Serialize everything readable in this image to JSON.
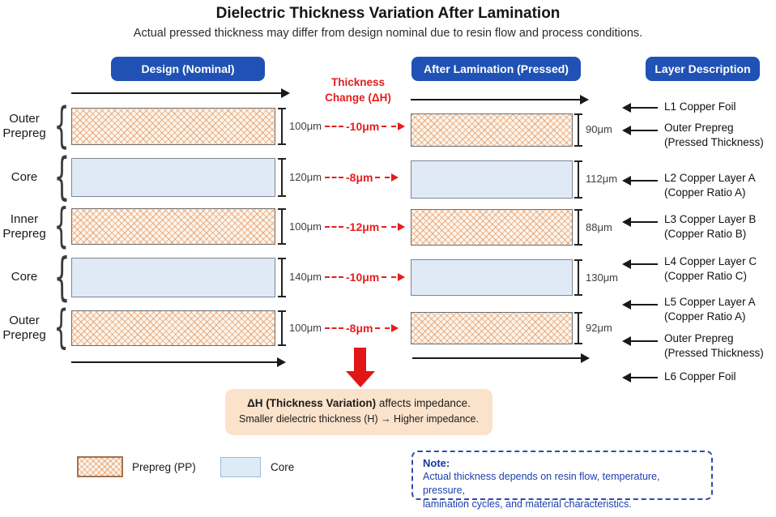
{
  "title": "Dielectric Thickness Variation After Lamination",
  "subtitle": "Actual pressed thickness may differ from design nominal due to resin flow and process conditions.",
  "headers": {
    "design": "Design (Nominal)",
    "pressed": "After Lamination (Pressed)",
    "layers": "Layer Description"
  },
  "thickness_change": {
    "line1": "Thickness",
    "line2": "Change (ΔH)"
  },
  "rows": [
    {
      "type": "prepreg",
      "label_lines": [
        "Outer",
        "Prepreg"
      ],
      "design": "100μm",
      "delta": "-10μm",
      "pressed": "90μm"
    },
    {
      "type": "core",
      "label_lines": [
        "Core"
      ],
      "design": "120μm",
      "delta": "-8μm",
      "pressed": "112μm"
    },
    {
      "type": "prepreg",
      "label_lines": [
        "Inner",
        "Prepreg"
      ],
      "design": "100μm",
      "delta": "-12μm",
      "pressed": "88μm"
    },
    {
      "type": "core",
      "label_lines": [
        "Core"
      ],
      "design": "140μm",
      "delta": "-10μm",
      "pressed": "130μm"
    },
    {
      "type": "prepreg",
      "label_lines": [
        "Outer",
        "Prepreg"
      ],
      "design": "100μm",
      "delta": "-8μm",
      "pressed": "92μm"
    }
  ],
  "layer_descriptions": [
    {
      "lines": [
        "L1 Copper Foil"
      ]
    },
    {
      "lines": [
        "Outer Prepreg",
        "(Pressed Thickness)"
      ]
    },
    {
      "lines": [
        "L2 Copper Layer A",
        "(Copper Ratio A)"
      ]
    },
    {
      "lines": [
        "L3 Copper Layer B",
        "(Copper Ratio B)"
      ]
    },
    {
      "lines": [
        "L4 Copper Layer C",
        "(Copper Ratio C)"
      ]
    },
    {
      "lines": [
        "L5 Copper Layer A",
        "(Copper Ratio A)"
      ]
    },
    {
      "lines": [
        "Outer Prepreg",
        "(Pressed Thickness)"
      ]
    },
    {
      "lines": [
        "L6 Copper Foil"
      ]
    }
  ],
  "callout": {
    "line1_bold": "ΔH (Thickness Variation)",
    "line1_rest": " affects impedance.",
    "line2": "Smaller dielectric thickness (H) → Higher impedance."
  },
  "legend": [
    {
      "type": "prepreg",
      "label": "Prepreg (PP)"
    },
    {
      "type": "core",
      "label": "Core"
    }
  ],
  "note": {
    "heading": "Note:",
    "lines": [
      "Actual thickness depends on resin flow, temperature, pressure,",
      "lamination cycles, and material characteristics."
    ]
  },
  "colors": {
    "header_button": "#1f52b4",
    "accent_red": "#e71d1d",
    "prepreg_hatch": "#dd8b52",
    "core_fill": "#dfeaf6",
    "callout_bg": "#fbe2cb",
    "note_blue": "#1b3fae"
  }
}
